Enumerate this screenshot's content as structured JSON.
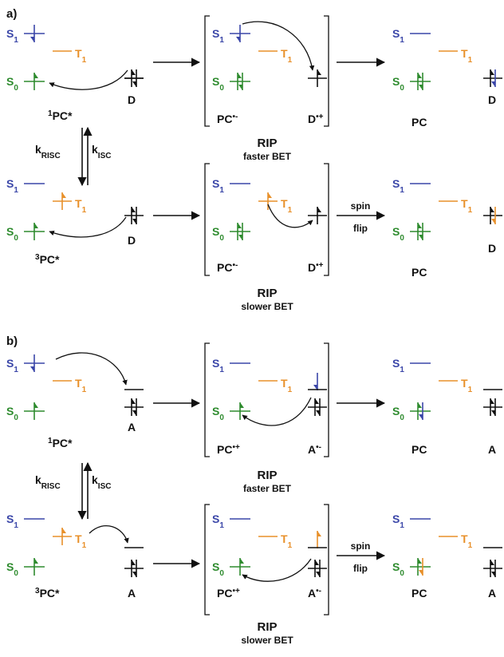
{
  "panels": [
    {
      "panel_label": "a)",
      "rows": [
        {
          "left_state": {
            "name": "PC*",
            "mult": "1"
          },
          "left_donor": "D",
          "mid_state": {
            "name": "PC",
            "charge": "•-"
          },
          "mid_partner": {
            "name": "D",
            "charge": "•+"
          },
          "rip": "RIP",
          "bet": "faster BET",
          "product": "PC",
          "product_partner": "D",
          "arrow_label_1": "",
          "arrow_label_2": ""
        },
        {
          "left_state": {
            "name": "PC*",
            "mult": "3"
          },
          "left_donor": "D",
          "mid_state": {
            "name": "PC",
            "charge": "•-"
          },
          "mid_partner": {
            "name": "D",
            "charge": "•+"
          },
          "rip": "RIP",
          "bet": "slower BET",
          "product": "PC",
          "product_partner": "D",
          "arrow_label_1": "spin",
          "arrow_label_2": "flip"
        }
      ],
      "crossing": {
        "k1": "k",
        "k1_sub": "RISC",
        "k2": "k",
        "k2_sub": "ISC"
      }
    },
    {
      "panel_label": "b)",
      "rows": [
        {
          "left_state": {
            "name": "PC*",
            "mult": "1"
          },
          "left_donor": "A",
          "mid_state": {
            "name": "PC",
            "charge": "•+"
          },
          "mid_partner": {
            "name": "A",
            "charge": "•-"
          },
          "rip": "RIP",
          "bet": "faster BET",
          "product": "PC",
          "product_partner": "A",
          "arrow_label_1": "",
          "arrow_label_2": ""
        },
        {
          "left_state": {
            "name": "PC*",
            "mult": "3"
          },
          "left_donor": "A",
          "mid_state": {
            "name": "PC",
            "charge": "•+"
          },
          "mid_partner": {
            "name": "A",
            "charge": "•-"
          },
          "rip": "RIP",
          "bet": "slower BET",
          "product": "PC",
          "product_partner": "A",
          "arrow_label_1": "spin",
          "arrow_label_2": "flip"
        }
      ],
      "crossing": {
        "k1": "k",
        "k1_sub": "RISC",
        "k2": "k",
        "k2_sub": "ISC"
      }
    }
  ],
  "level_labels": {
    "s1": "S",
    "s1_sub": "1",
    "s0": "S",
    "s0_sub": "0",
    "t1": "T",
    "t1_sub": "1"
  },
  "colors": {
    "s1": "#3a46a8",
    "s0": "#2e8b2e",
    "t1": "#e8902a",
    "ink": "#111111"
  }
}
